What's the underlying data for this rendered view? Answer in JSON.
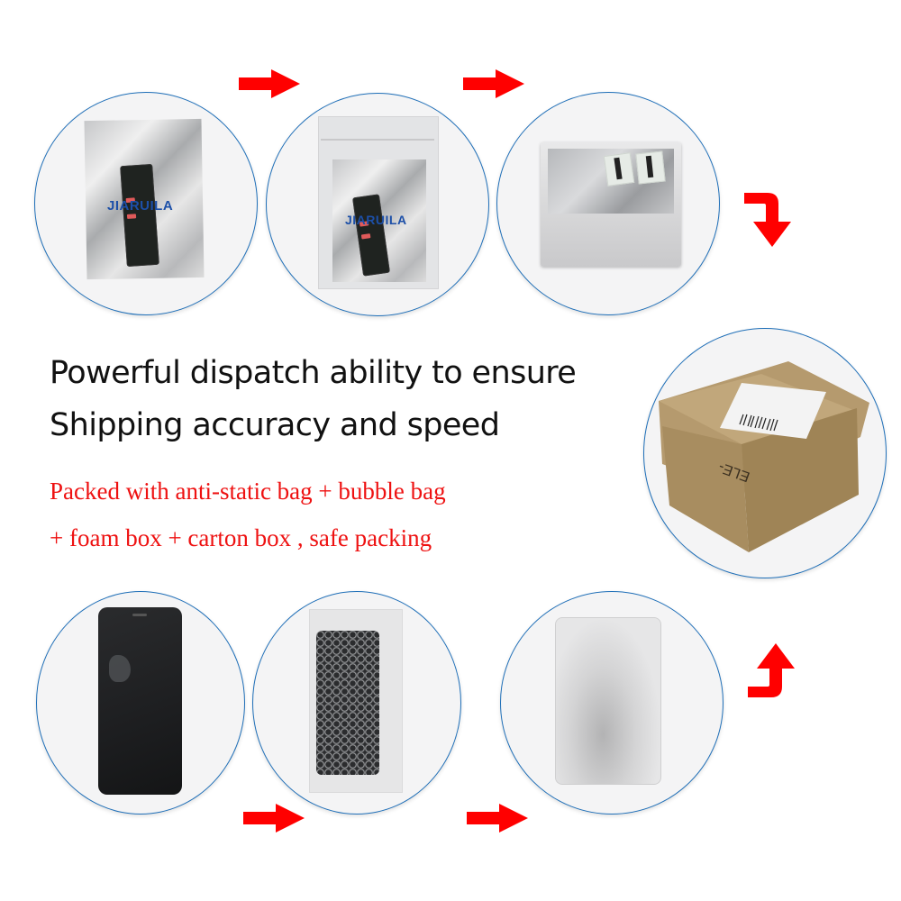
{
  "headline": {
    "line1": "Powerful dispatch ability to ensure",
    "line2": "Shipping accuracy and speed"
  },
  "subline": {
    "line1": "Packed with anti-static bag + bubble bag",
    "line2": "+ foam box + carton box , safe packing"
  },
  "steps": [
    {
      "id": "anti-static-bag",
      "label": "JIARUILA",
      "description": "PCB in anti-static bag"
    },
    {
      "id": "ziplock-bag",
      "label": "JIARUILA",
      "description": "Anti-static bag in clear zip bag"
    },
    {
      "id": "foam-box",
      "description": "Bags placed in foam box"
    },
    {
      "id": "carton-box",
      "label": "ELE-",
      "description": "Carton box with shipping label"
    },
    {
      "id": "lcd-screen",
      "description": "LCD screen"
    },
    {
      "id": "bubble-bag",
      "description": "Screen in bubble bag"
    },
    {
      "id": "foam-board",
      "description": "Wrapped in foam board"
    }
  ],
  "colors": {
    "arrow": "#ff0000",
    "circle_border": "#1f6fb8",
    "circle_fill": "#f4f4f5",
    "headline": "#111111",
    "subline": "#ee1111",
    "brand": "#1c4fa8"
  }
}
